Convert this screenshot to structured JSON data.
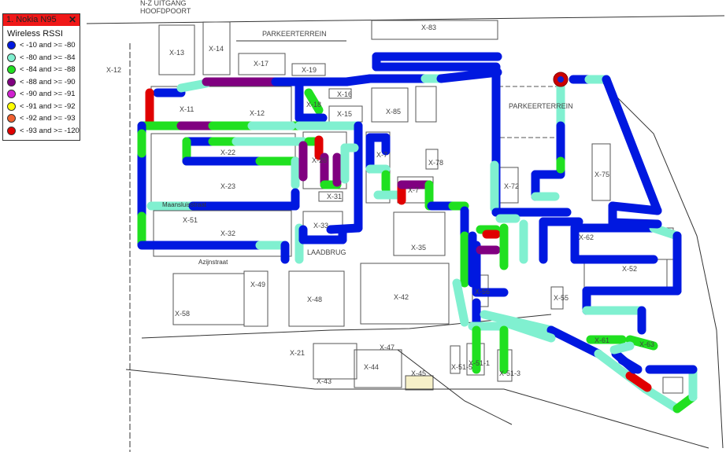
{
  "legend": {
    "device": "1. Nokia N95",
    "close_icon": "close-icon",
    "title": "Wireless RSSI",
    "items": [
      {
        "label": "< -10 and >= -80",
        "color": "#0018e0"
      },
      {
        "label": "< -80 and >= -84",
        "color": "#80f0d0"
      },
      {
        "label": "< -84 and >= -88",
        "color": "#20e020"
      },
      {
        "label": "< -88 and >= -90",
        "color": "#800080"
      },
      {
        "label": "< -90 and >= -91",
        "color": "#d020d0"
      },
      {
        "label": "< -91 and >= -92",
        "color": "#ffff00"
      },
      {
        "label": "< -92 and >= -93",
        "color": "#f06030"
      },
      {
        "label": "< -93 and >= -120",
        "color": "#e00000"
      }
    ]
  },
  "map": {
    "top_labels": [
      "N-Z UITGANG",
      "HOOFDPOORT"
    ],
    "areas": [
      "PARKEERTERREIN",
      "PARKEERTERREIN",
      "LAADBRUG"
    ],
    "streets": [
      "Azijnstraat",
      "Maansluisstraat"
    ],
    "buildings": [
      "X-13",
      "X-14",
      "X-17",
      "X-19",
      "X-12",
      "X-83",
      "X-11",
      "X-12",
      "X-18",
      "X-16",
      "X-15",
      "X-85",
      "X-22",
      "X-23",
      "X-26",
      "X-31",
      "X-7",
      "X-7",
      "X-78",
      "X-51",
      "X-32",
      "X-33",
      "X-35",
      "X-72",
      "X-75",
      "X-62",
      "X-52",
      "X-49",
      "X-58",
      "X-48",
      "X-42",
      "X-56",
      "X-55",
      "X-21",
      "X-47",
      "X-44",
      "X-43",
      "X-45",
      "X-51-5",
      "X-51-1",
      "X-51-3",
      "X-61",
      "X-63"
    ]
  }
}
